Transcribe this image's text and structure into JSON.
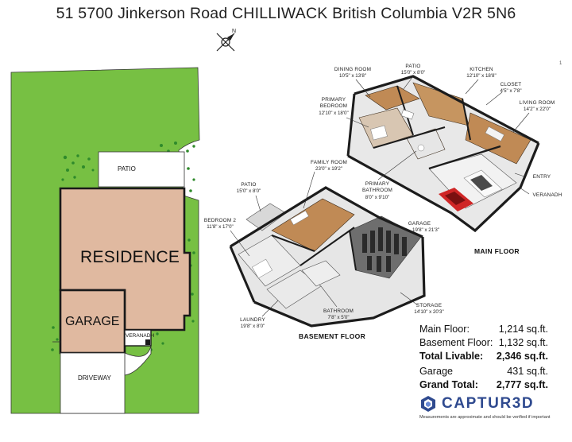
{
  "header": {
    "title": "51 5700 Jinkerson Road CHILLIWACK British Columbia V2R 5N6"
  },
  "compass": {
    "label": "N"
  },
  "siteplan": {
    "patio": "PATIO",
    "residence": "RESIDENCE",
    "garage": "GARAGE",
    "veranadh": "VERANADH",
    "driveway": "DRIVEWAY"
  },
  "floorplan": {
    "main_floor_label": "MAIN FLOOR",
    "basement_floor_label": "BASEMENT FLOOR",
    "page_mark": "1",
    "main_rooms": [
      {
        "name": "DINING ROOM",
        "dim": "10'5\" x 13'8\""
      },
      {
        "name": "PATIO",
        "dim": "15'0\" x 8'0\""
      },
      {
        "name": "KITCHEN",
        "dim": "12'10\" x 18'8\""
      },
      {
        "name": "CLOSET",
        "dim": "4'5\" x 7'8\""
      },
      {
        "name": "PRIMARY BEDROOM",
        "dim": "12'10\" x 18'0\""
      },
      {
        "name": "LIVING ROOM",
        "dim": "14'2\" x 22'0\""
      },
      {
        "name": "PRIMARY BATHROOM",
        "dim": "8'0\" x 9'10\""
      },
      {
        "name": "ENTRY",
        "dim": ""
      },
      {
        "name": "VERANADH",
        "dim": ""
      },
      {
        "name": "GARAGE",
        "dim": "19'8\" x 21'3\""
      }
    ],
    "basement_rooms": [
      {
        "name": "FAMILY ROOM",
        "dim": "23'0\" x 19'2\""
      },
      {
        "name": "PATIO",
        "dim": "15'0\" x 8'0\""
      },
      {
        "name": "BEDROOM 2",
        "dim": "11'8\" x 17'0\""
      },
      {
        "name": "LAUNDRY",
        "dim": "19'8\" x 8'0\""
      },
      {
        "name": "BATHROOM",
        "dim": "7'8\" x 5'0\""
      },
      {
        "name": "STORAGE",
        "dim": "14'10\" x 20'3\""
      }
    ]
  },
  "areas": [
    {
      "label": "Main Floor:",
      "value": "1,214 sq.ft.",
      "bold": false
    },
    {
      "label": "Basement Floor:",
      "value": "1,132 sq.ft.",
      "bold": false
    },
    {
      "label": "Total Livable:",
      "value": "2,346 sq.ft.",
      "bold": true
    },
    {
      "label": "Garage",
      "value": "431 sq.ft.",
      "bold": false
    },
    {
      "label": "Grand Total:",
      "value": "2,777 sq.ft.",
      "bold": true
    }
  ],
  "brand": {
    "name": "CAPTUR3D",
    "disclaimer": "Measurements are approximate and should be verified if important"
  },
  "colors": {
    "lawn": "#77c043",
    "lawn_dark": "#2f8a2b",
    "residence": "#e0b9a0",
    "wall": "#1a1a1a",
    "wood_floor": "#c08a55",
    "brand_blue": "#2f4a8f"
  }
}
